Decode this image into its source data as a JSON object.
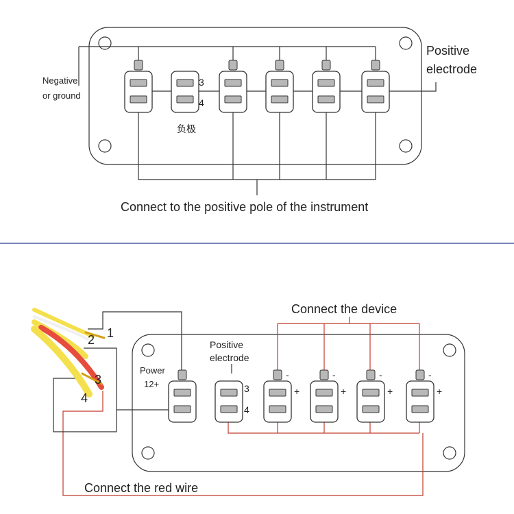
{
  "colors": {
    "line": "#333333",
    "red_wire": "#c0392b",
    "divider": "#2b3a8f",
    "yellow_wire": "#f4e04d",
    "red_cable": "#e74c3c",
    "pin_fill": "#b8b8b8"
  },
  "top": {
    "label_negative_line1": "Negative",
    "label_negative_line2": "or ground",
    "label_positive_line1": "Positive",
    "label_positive_line2": "electrode",
    "pin3": "3",
    "pin4": "4",
    "cn_label": "负极",
    "caption": "Connect to the positive pole of the instrument"
  },
  "bottom": {
    "connect_device": "Connect the device",
    "positive_line1": "Positive",
    "positive_line2": "electrode",
    "power_line1": "Power",
    "power_line2": "12+",
    "pin3": "3",
    "pin4": "4",
    "minus": "-",
    "plus": "+",
    "wire1": "1",
    "wire2": "2",
    "wire3": "3",
    "wire4": "4",
    "connect_red": "Connect the red wire"
  }
}
